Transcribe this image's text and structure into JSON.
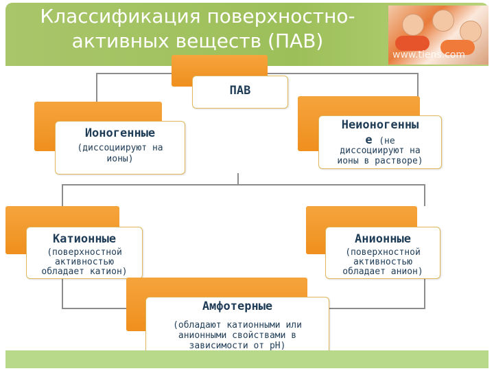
{
  "slide": {
    "title_line1": "Классификация поверхностно-",
    "title_line2": "активных веществ (ПАВ)",
    "watermark": "www.tiens.com"
  },
  "nodes": {
    "root": {
      "label": "ПАВ"
    },
    "ionic": {
      "label": "Ионогенные",
      "note_line1": "(диссоциируют на",
      "note_line2": "ионы)"
    },
    "nonionic": {
      "label_line1": "Неионогенны",
      "label_line2": "е",
      "note_line0": "(не",
      "note_line1": "диссоциируют на",
      "note_line2": "ионы в растворе)"
    },
    "cationic": {
      "label": "Катионные",
      "note_line1": "(поверхностной",
      "note_line2": "активностью",
      "note_line3": "обладает катион)"
    },
    "anionic": {
      "label": "Анионные",
      "note_line1": "(поверхностной",
      "note_line2": "активностью",
      "note_line3": "обладает анион)"
    },
    "amphoteric": {
      "label": "Амфотерные",
      "note_line1": "(обладают катионными или",
      "note_line2": "анионными свойствами в",
      "note_line3": "зависимости от рН)"
    }
  },
  "colors": {
    "header": "#9dbf5a",
    "box_accent": "#f0921f",
    "box_fill": "#ffffff",
    "text": "#1f3c57",
    "connector": "#8c8c8c"
  }
}
